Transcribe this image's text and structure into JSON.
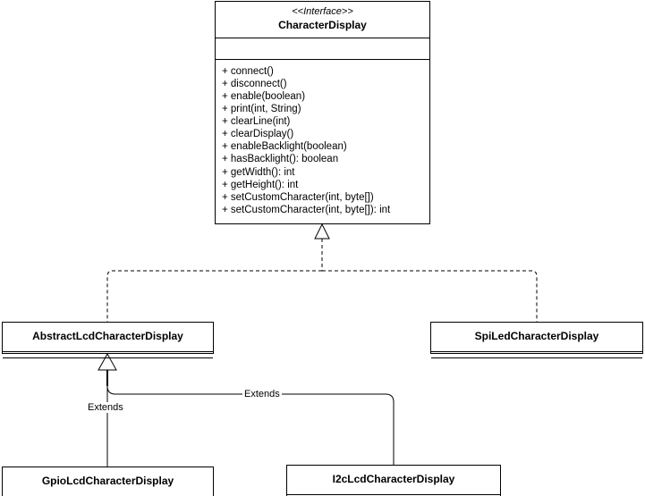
{
  "diagram": {
    "type": "uml-class-diagram",
    "background": "#ffffff",
    "line_color": "#000000"
  },
  "classes": {
    "character_display": {
      "stereotype": "<<Interface>>",
      "name": "CharacterDisplay",
      "attributes": [],
      "methods": [
        "+ connect()",
        "+ disconnect()",
        "+ enable(boolean)",
        "+ print(int, String)",
        "+ clearLine(int)",
        "+ clearDisplay()",
        "+ enableBacklight(boolean)",
        "+ hasBacklight(): boolean",
        "+ getWidth(): int",
        "+ getHeight(): int",
        "+ setCustomCharacter(int, byte[])",
        "+ setCustomCharacter(int, byte[]): int"
      ]
    },
    "abstract_lcd": {
      "name": "AbstractLcdCharacterDisplay"
    },
    "spi_led": {
      "name": "SpiLedCharacterDisplay"
    },
    "gpio_lcd": {
      "name": "GpioLcdCharacterDisplay"
    },
    "i2c_lcd": {
      "name": "I2cLcdCharacterDisplay"
    }
  },
  "relationships": [
    {
      "kind": "realization",
      "from": "abstract_lcd",
      "to": "character_display",
      "label": ""
    },
    {
      "kind": "realization",
      "from": "spi_led",
      "to": "character_display",
      "label": ""
    },
    {
      "kind": "generalization",
      "from": "gpio_lcd",
      "to": "abstract_lcd",
      "label": "Extends"
    },
    {
      "kind": "generalization",
      "from": "i2c_lcd",
      "to": "abstract_lcd",
      "label": "Extends"
    }
  ],
  "edge_labels": {
    "gpio_extends": "Extends",
    "i2c_extends": "Extends"
  }
}
